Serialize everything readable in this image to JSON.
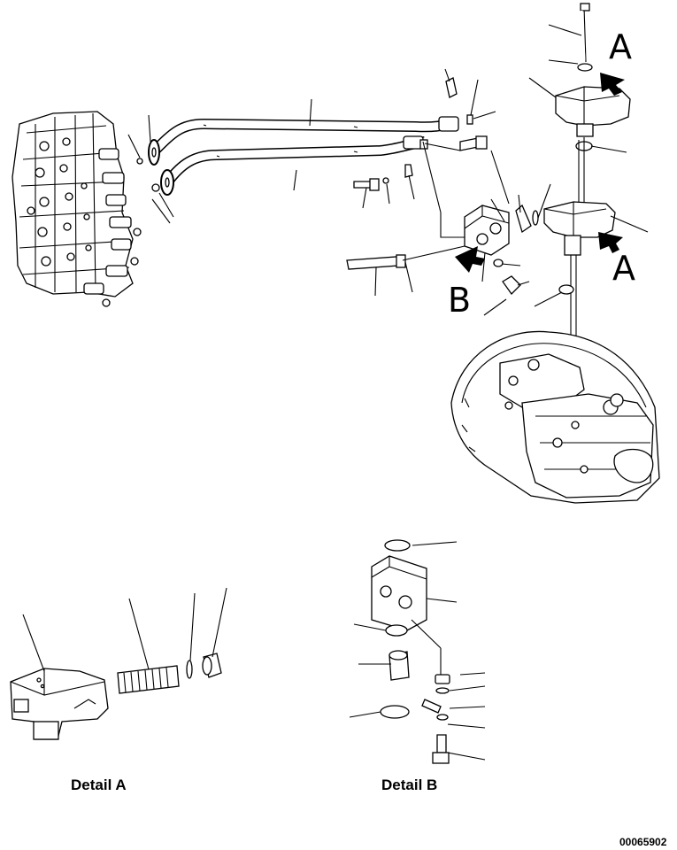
{
  "callouts": {
    "arrow_a_top": "A",
    "arrow_a_right": "A",
    "arrow_b": "B"
  },
  "details": {
    "detail_a": "Detail A",
    "detail_b": "Detail B"
  },
  "document_number": "00065902"
}
